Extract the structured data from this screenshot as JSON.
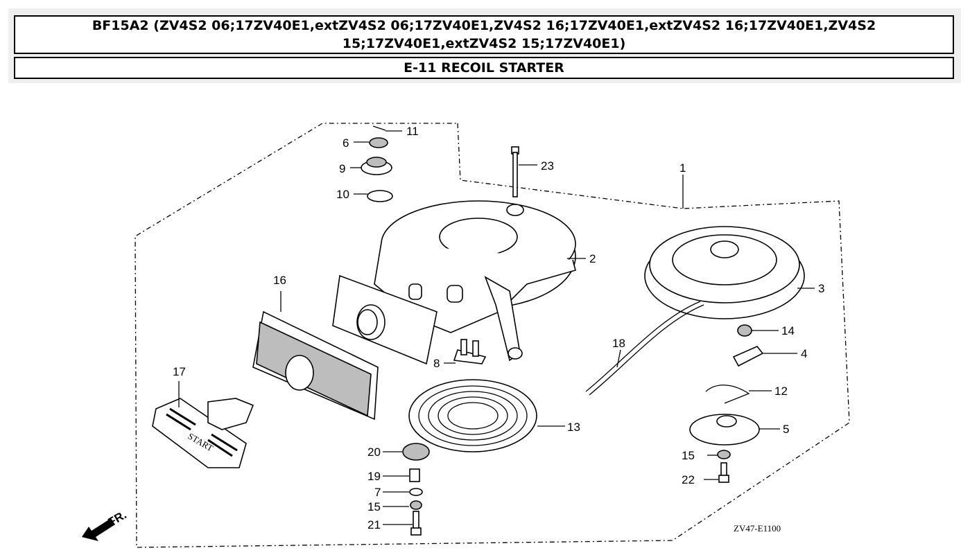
{
  "header": {
    "title": "BF15A2 (ZV4S2 06;17ZV40E1,extZV4S2 06;17ZV40E1,ZV4S2 16;17ZV40E1,extZV4S2 16;17ZV40E1,ZV4S2 15;17ZV40E1,extZV4S2 15;17ZV40E1)",
    "section": "E-11 RECOIL STARTER"
  },
  "diagram": {
    "callouts": {
      "p1": "1",
      "p2": "2",
      "p3": "3",
      "p4": "4",
      "p5": "5",
      "p6": "6",
      "p7": "7",
      "p8": "8",
      "p9": "9",
      "p10": "10",
      "p11": "11",
      "p12": "12",
      "p13": "13",
      "p14": "14",
      "p15a": "15",
      "p15b": "15",
      "p16": "16",
      "p17": "17",
      "p18": "18",
      "p19": "19",
      "p20": "20",
      "p21": "21",
      "p22": "22",
      "p23": "23"
    },
    "handle_text": "START",
    "front_label": "FR.",
    "drawing_code": "ZV47-E1100"
  }
}
